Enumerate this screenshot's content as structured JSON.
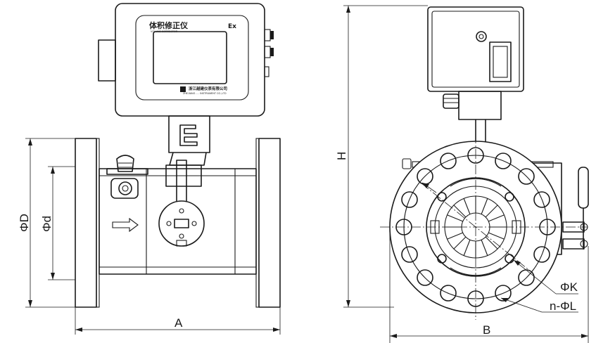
{
  "display": {
    "title_cn": "体积修正仪",
    "subtitle_en": "VOLUME CORRECTOR",
    "ex_mark": "Ex",
    "maker_cn": "浙江越建仪表有限公司",
    "maker_en": "ZHEJIANG ..... INSTRUMENT CO.,LTD"
  },
  "dimensions": {
    "A": "A",
    "B": "B",
    "H": "H",
    "phiD": "ΦD",
    "phid": "Φd",
    "phiK": "ΦK",
    "nphiL": "n-ΦL"
  }
}
